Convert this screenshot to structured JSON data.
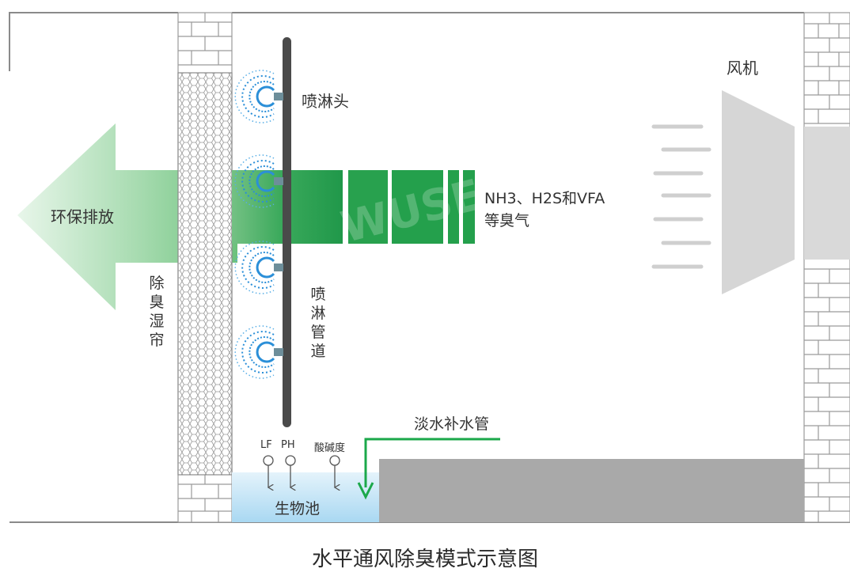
{
  "caption": "水平通风除臭模式示意图",
  "labels": {
    "fan": "风机",
    "spray_head": "喷淋头",
    "spray_pipe": "喷淋管道",
    "curtain": "除臭湿帘",
    "exhaust": "环保排放",
    "gas_line1": "NH3、H2S和VFA",
    "gas_line2": "等臭气",
    "water_pipe": "淡水补水管",
    "bio_pool": "生物池",
    "sensor_lf": "LF",
    "sensor_ph": "PH",
    "sensor_alkalinity": "酸碱度",
    "watermark": "WUSEN"
  },
  "colors": {
    "arrow_green": "#7ccb8a",
    "gas_green": "#2ea853",
    "pipe_dark": "#4a4a4a",
    "pool_blue": "#bfe3f6",
    "fan_gray": "#d6d6d6",
    "floor_gray": "#a8a8a8",
    "spray_blue": "#2b8fd8",
    "water_pipe_green": "#1ba84a"
  }
}
